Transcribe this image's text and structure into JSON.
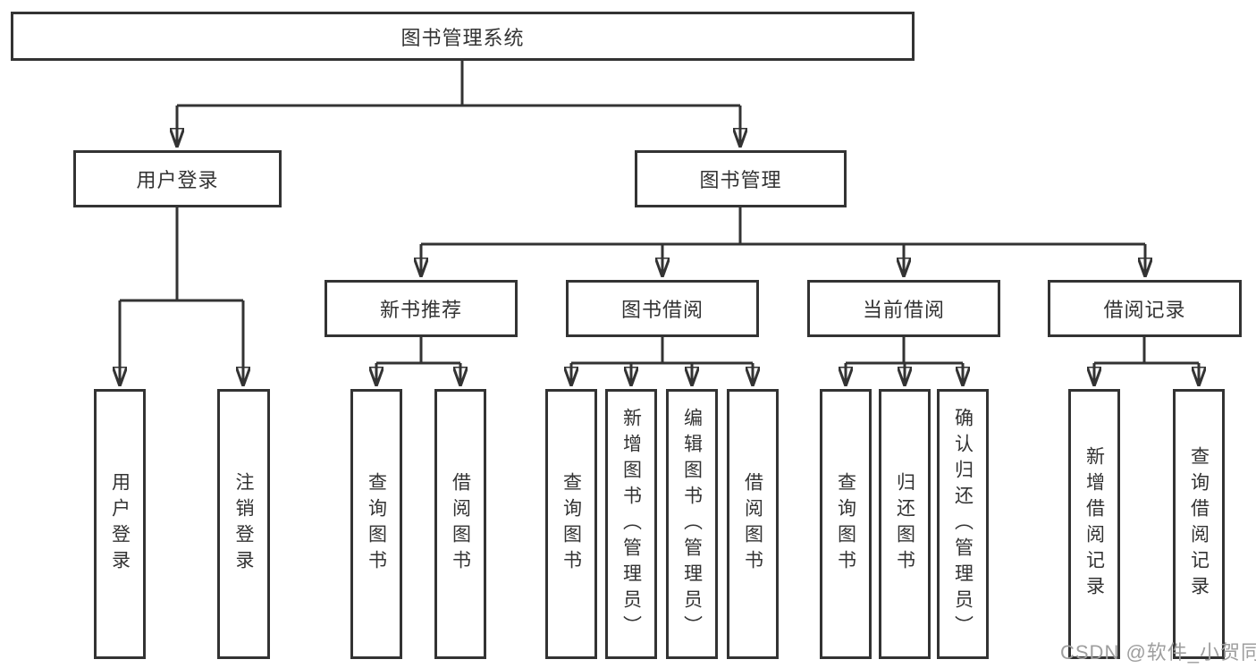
{
  "tree": {
    "label": "图书管理系统",
    "children": [
      {
        "label": "用户登录",
        "children": [
          {
            "label": "用户登录"
          },
          {
            "label": "注销登录"
          }
        ]
      },
      {
        "label": "图书管理",
        "children": [
          {
            "label": "新书推荐",
            "children": [
              {
                "label": "查询图书"
              },
              {
                "label": "借阅图书"
              }
            ]
          },
          {
            "label": "图书借阅",
            "children": [
              {
                "label": "查询图书"
              },
              {
                "label": "新增图书（管理员）"
              },
              {
                "label": "编辑图书（管理员）"
              },
              {
                "label": "借阅图书"
              }
            ]
          },
          {
            "label": "当前借阅",
            "children": [
              {
                "label": "查询图书"
              },
              {
                "label": "归还图书"
              },
              {
                "label": "确认归还（管理员）"
              }
            ]
          },
          {
            "label": "借阅记录",
            "children": [
              {
                "label": "新增借阅记录"
              },
              {
                "label": "查询借阅记录"
              }
            ]
          }
        ]
      }
    ]
  },
  "watermark": {
    "text": "CSDN @软件_小贺同学"
  },
  "colors": {
    "line": "#333333",
    "box_border": "#333333",
    "box_background": "#ffffff",
    "text": "#333333",
    "watermark_text": "#9e9e9e"
  }
}
